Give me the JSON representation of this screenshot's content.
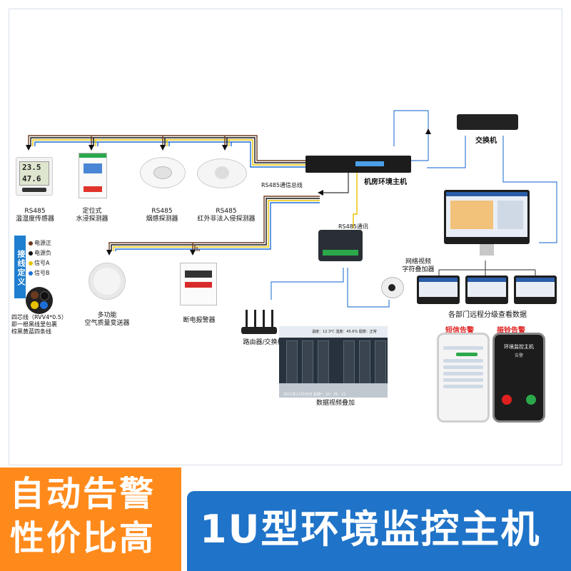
{
  "devices": {
    "thermo_display_1": "23.5",
    "thermo_display_2": "47.6",
    "thermo_label": "RS485\n温湿度传感器",
    "water_label": "定位式\n水浸探测器",
    "smoke_label": "RS485\n烟感探测器",
    "ir_label": "RS485\n红外非法入侵探测器",
    "air_label": "多功能\n空气质量变送器",
    "power_label": "断电报警器",
    "host_label": "机房环境主机",
    "switch_label": "交换机",
    "router_label": "路由器/交换机",
    "overlay_label": "网络视频\n字符叠加器",
    "video_label": "数据视频叠加",
    "remote_label": "各部门远程分级查看数据"
  },
  "bus": {
    "rs485_bus": "RS485通信总线",
    "rs485_comm": "RS485通讯"
  },
  "legend": {
    "title": "接线定义",
    "items": [
      {
        "label": "电源正",
        "color": "#6b3a1f"
      },
      {
        "label": "电源负",
        "color": "#111111"
      },
      {
        "label": "信号A",
        "color": "#e6c200"
      },
      {
        "label": "信号B",
        "color": "#1e6ed8"
      }
    ],
    "cable_note": "四芯线（RVV4*0.5）\n即一根黑线里包裹\n棕黑黄蓝四条线"
  },
  "alerts": {
    "sms_title": "短信告警",
    "ring_title": "振铃告警",
    "ring_app": "环境监控主机",
    "ring_sub": "告警"
  },
  "video": {
    "overlay_top": "温度：12.3℃  湿度：45.6%  烟感：正常",
    "overlay_bottom": "2021年12月30日  星期一  10：25：21"
  },
  "banner": {
    "line1": "自动告警",
    "line2": "性价比高",
    "headline": "1U型环境监控主机"
  },
  "colors": {
    "banner_orange": "#ff8a1c",
    "banner_blue": "#1f73c8",
    "net_cable": "#3a7fd6",
    "sms_red": "#e02020"
  }
}
